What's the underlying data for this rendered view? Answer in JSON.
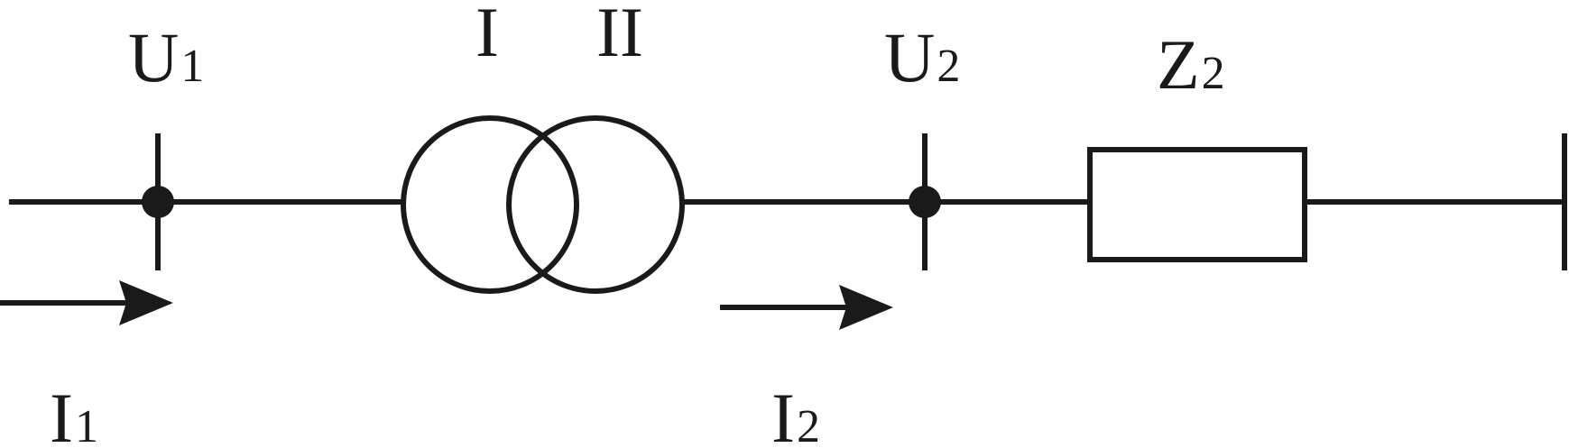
{
  "labels": {
    "u1": {
      "main": "U",
      "sub": "1"
    },
    "u2": {
      "main": "U",
      "sub": "2"
    },
    "z2": {
      "main": "Z",
      "sub": "2"
    },
    "i1": {
      "main": "I",
      "sub": "1"
    },
    "i2": {
      "main": "I",
      "sub": "2"
    },
    "winding_primary": "I",
    "winding_secondary": "II"
  }
}
